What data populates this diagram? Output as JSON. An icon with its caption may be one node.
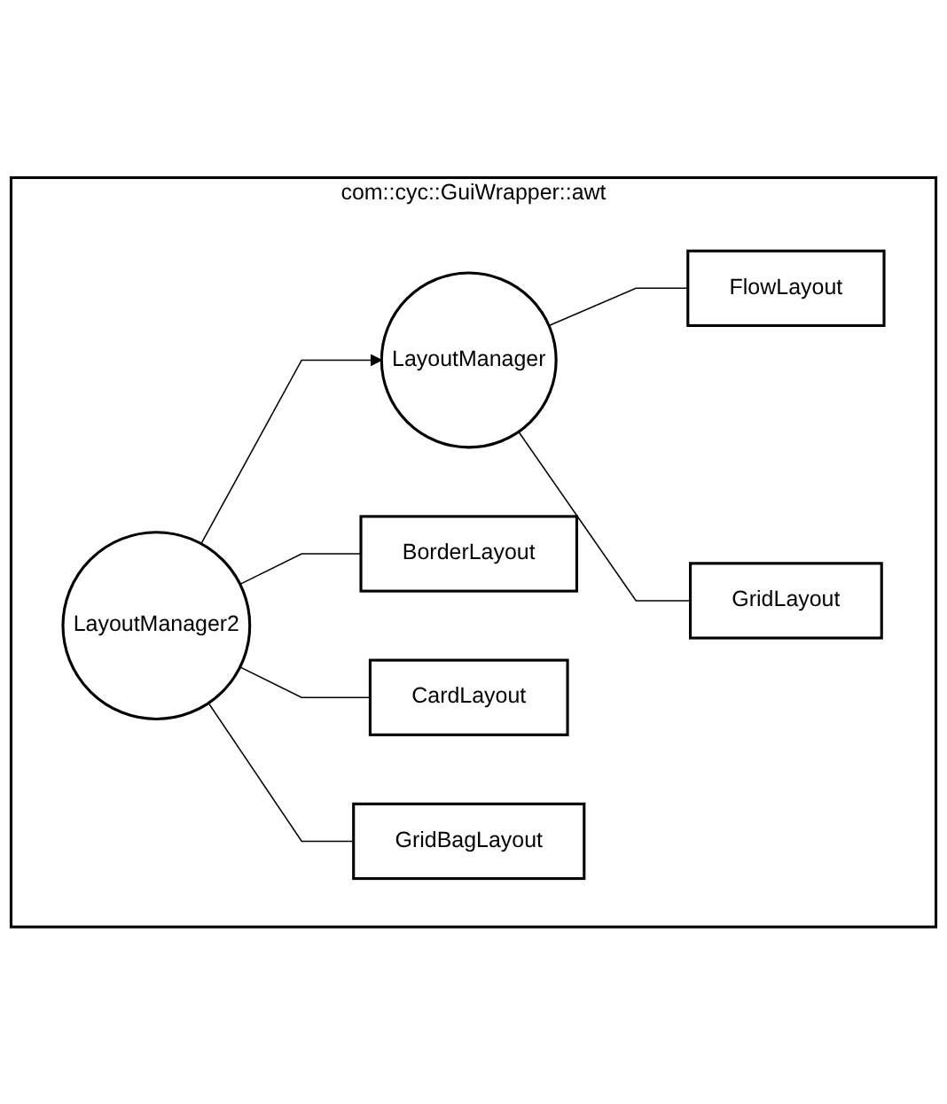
{
  "diagram": {
    "nodes": [
      {
        "text": [
          "com::cyc::GuiWrapper::awt"
        ]
      },
      {
        "text": [
          "LayoutManager"
        ],
        "in": 0
      },
      {
        "text": [
          "FlowLayout"
        ],
        "in": 0
      },
      {
        "text": [
          "GridLayout"
        ],
        "in": 0
      },
      {
        "text": [
          "BorderLayout"
        ],
        "in": 0
      },
      {
        "text": [
          "CardLayout"
        ],
        "in": 0
      },
      {
        "text": [
          "LayoutManager2"
        ],
        "in": 0
      },
      {
        "text": [
          "GridBagLayout"
        ],
        "in": 0
      }
    ],
    "edges": [
      {
        "from": 1,
        "to": 2,
        "arrow": "none"
      },
      {
        "from": 1,
        "to": 3,
        "arrow": "none"
      },
      {
        "from": 6,
        "to": 1,
        "arrow": "to"
      },
      {
        "from": 6,
        "to": 4,
        "arrow": "none"
      },
      {
        "from": 6,
        "to": 5,
        "arrow": "none"
      },
      {
        "from": 6,
        "to": 7,
        "arrow": "none"
      }
    ]
  }
}
